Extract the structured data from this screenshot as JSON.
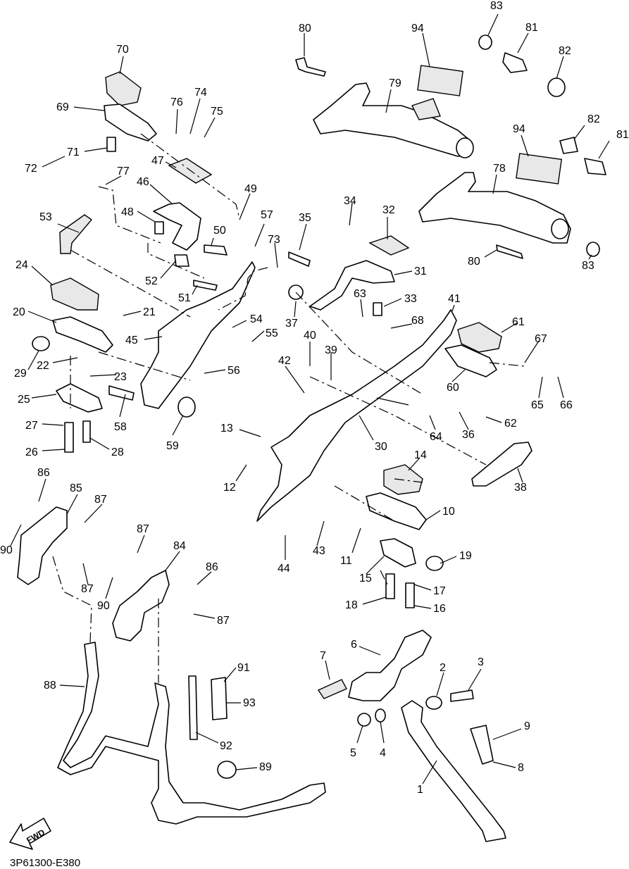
{
  "diagram": {
    "reference_code": "3P61300-E380",
    "direction_label": "FWD",
    "callouts": [
      "1",
      "2",
      "3",
      "4",
      "5",
      "6",
      "7",
      "8",
      "9",
      "10",
      "11",
      "12",
      "13",
      "14",
      "15",
      "16",
      "17",
      "18",
      "19",
      "20",
      "21",
      "22",
      "23",
      "24",
      "25",
      "26",
      "27",
      "28",
      "29",
      "30",
      "31",
      "32",
      "33",
      "34",
      "35",
      "36",
      "37",
      "38",
      "39",
      "40",
      "41",
      "42",
      "43",
      "44",
      "45",
      "46",
      "47",
      "48",
      "49",
      "50",
      "51",
      "52",
      "53",
      "54",
      "55",
      "56",
      "57",
      "58",
      "59",
      "60",
      "61",
      "62",
      "63",
      "64",
      "65",
      "66",
      "67",
      "68",
      "69",
      "70",
      "71",
      "72",
      "73",
      "74",
      "75",
      "76",
      "77",
      "78",
      "79",
      "80",
      "80",
      "81",
      "81",
      "82",
      "82",
      "83",
      "83",
      "84",
      "85",
      "86",
      "86",
      "87",
      "87",
      "87",
      "87",
      "88",
      "89",
      "90",
      "90",
      "91",
      "92",
      "93",
      "94",
      "94"
    ]
  }
}
